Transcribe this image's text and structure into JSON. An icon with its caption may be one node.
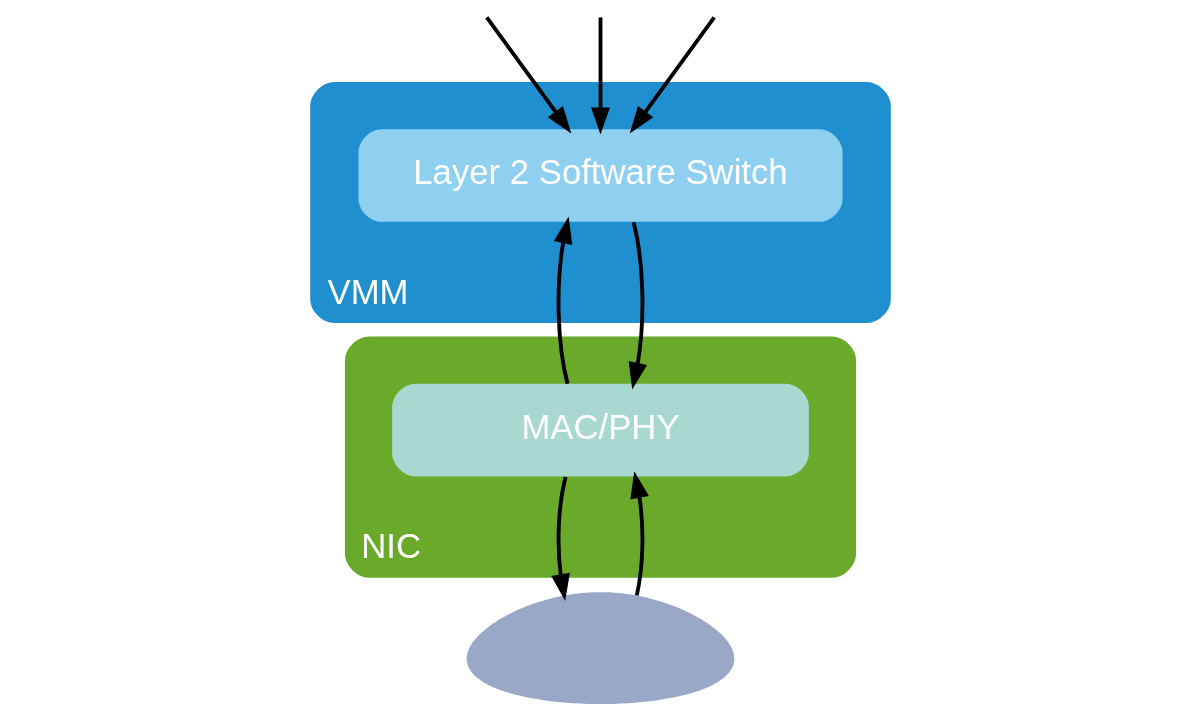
{
  "diagram": {
    "nodes": [
      {
        "text": [
          "VMM"
        ]
      },
      {
        "text": [
          "Layer 2 Software Switch"
        ],
        "in": 0
      },
      {
        "text": [
          "NIC"
        ]
      },
      {
        "text": [
          "MAC/PHY"
        ],
        "in": 2
      },
      {
        "text": [],
        "shape": "cloud"
      }
    ],
    "edges": [
      {
        "from": null,
        "to": 1,
        "arrow": "to"
      },
      {
        "from": null,
        "to": 1,
        "arrow": "to"
      },
      {
        "from": null,
        "to": 1,
        "arrow": "to"
      },
      {
        "from": 3,
        "to": 1,
        "arrow": "to"
      },
      {
        "from": 1,
        "to": 3,
        "arrow": "to"
      },
      {
        "from": 4,
        "to": 3,
        "arrow": "to"
      },
      {
        "from": 3,
        "to": 4,
        "arrow": "to"
      }
    ]
  }
}
